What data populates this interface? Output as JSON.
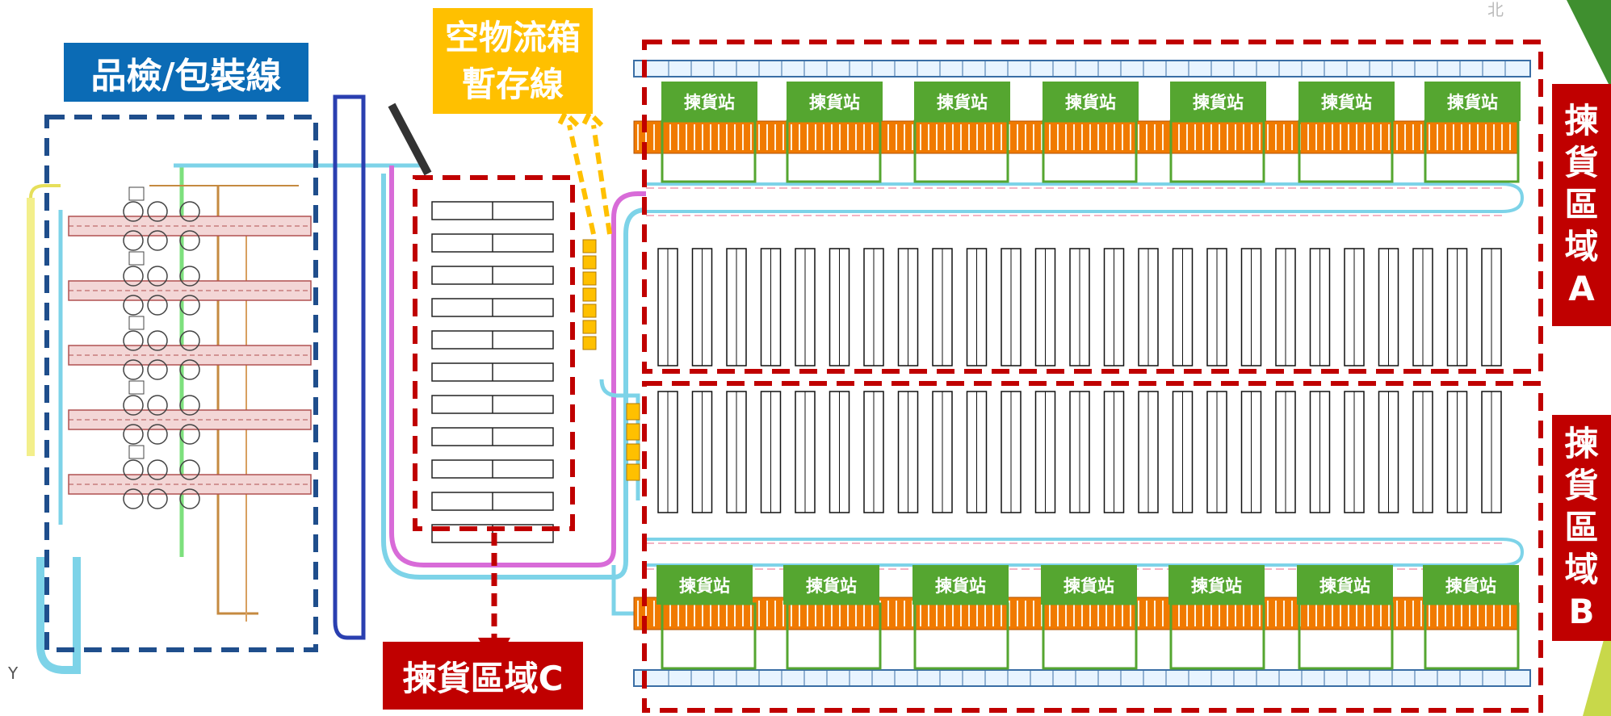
{
  "labels": {
    "packing_line": "品檢/包裝線",
    "buffer_line_1": "空物流箱",
    "buffer_line_2": "暫存線",
    "zone_c": "揀貨區域C",
    "zone_a_chars": [
      "揀",
      "貨",
      "區",
      "域",
      "A"
    ],
    "zone_b_chars": [
      "揀",
      "貨",
      "區",
      "域",
      "B"
    ],
    "station": "揀貨站",
    "compass_north": "北",
    "axis_y": "Y"
  },
  "stations_top_count": 7,
  "stations_bottom_count": 7,
  "colors": {
    "packing_blue": "#0b6bb5",
    "buffer_yellow": "#ffc000",
    "zone_red": "#c00000",
    "station_green": "#55a630",
    "rack_orange": "#f07a00",
    "conveyor_cyan": "#7dd3e8",
    "conveyor_magenta": "#d86bd8",
    "belt_blue": "#2a3fb0",
    "background": "#ffffff"
  }
}
